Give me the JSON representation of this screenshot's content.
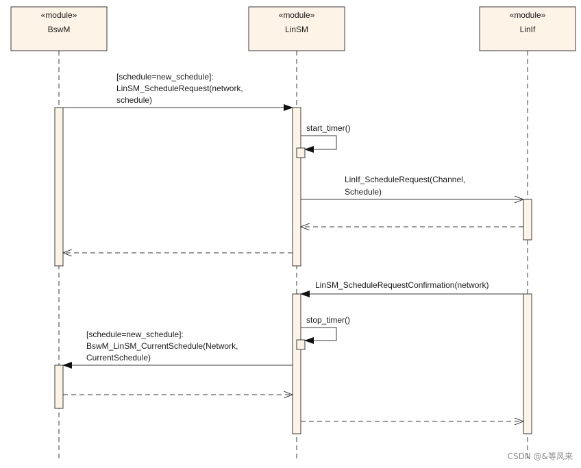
{
  "lifelines": [
    {
      "stereotype": "«module»",
      "name": "BswM"
    },
    {
      "stereotype": "«module»",
      "name": "LinSM"
    },
    {
      "stereotype": "«module»",
      "name": "LinIf"
    }
  ],
  "messages": {
    "m1": [
      "[schedule=new_schedule]:",
      "LinSM_ScheduleRequest(network,",
      "schedule)"
    ],
    "m2": [
      "start_timer()"
    ],
    "m3": [
      "LinIf_ScheduleRequest(Channel,",
      "Schedule)"
    ],
    "m4": [
      "LinSM_ScheduleRequestConfirmation(network)"
    ],
    "m5": [
      "stop_timer()"
    ],
    "m6": [
      "[schedule=new_schedule]:",
      "BswM_LinSM_CurrentSchedule(Network,",
      "CurrentSchedule)"
    ]
  },
  "watermark": "CSDN @&等风来"
}
